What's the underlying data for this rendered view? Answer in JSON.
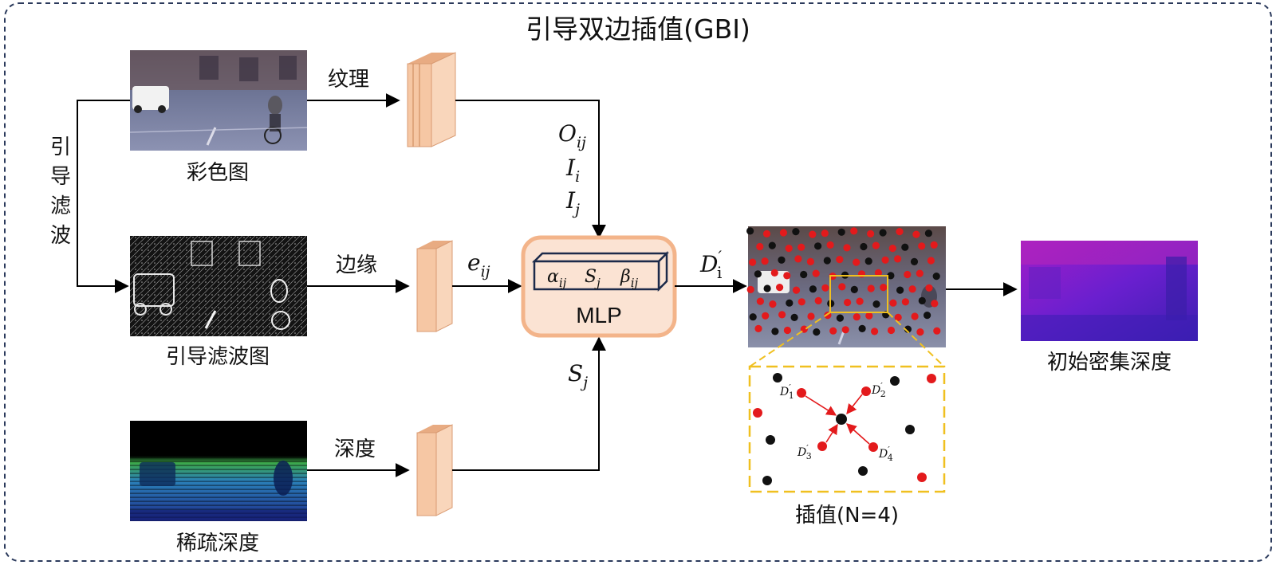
{
  "title": "引导双边插值(GBI)",
  "side_label": [
    "引",
    "导",
    "滤",
    "波"
  ],
  "images": {
    "color": {
      "caption": "彩色图"
    },
    "guided": {
      "caption": "引导滤波图"
    },
    "sparse": {
      "caption": "稀疏深度"
    },
    "interp": {
      "caption": "插值(N=4)"
    },
    "dense": {
      "caption": "初始密集深度"
    }
  },
  "features": {
    "texture": "纹理",
    "edge": "边缘",
    "depth": "深度"
  },
  "math": {
    "o_ij": "O",
    "o_ij_sub": "ij",
    "i_i": "I",
    "i_i_sub": "i",
    "i_j": "I",
    "i_j_sub": "j",
    "e_ij": "e",
    "e_ij_sub": "ij",
    "s_j": "S",
    "s_j_sub": "j",
    "d_i": "D",
    "d_i_sup": "′",
    "d_i_sub": "i"
  },
  "mlp": {
    "label": "MLP",
    "alpha": "α",
    "alpha_sub": "ij",
    "s": "S",
    "s_sub": "j",
    "beta": "β",
    "beta_sub": "ij"
  },
  "zoom_labels": [
    {
      "base": "D",
      "sup": "′",
      "sub": "1"
    },
    {
      "base": "D",
      "sup": "′",
      "sub": "2"
    },
    {
      "base": "D",
      "sup": "′",
      "sub": "3"
    },
    {
      "base": "D",
      "sup": "′",
      "sub": "4"
    }
  ],
  "colors": {
    "frame": "#2b3a5c",
    "feature_block": "#f6c7a4",
    "mlp_fill": "#fbe3d3",
    "mlp_border": "#f3b48a",
    "red_dot": "#e31a1c",
    "black_dot": "#111111",
    "zoom_box": "#f0c020"
  }
}
